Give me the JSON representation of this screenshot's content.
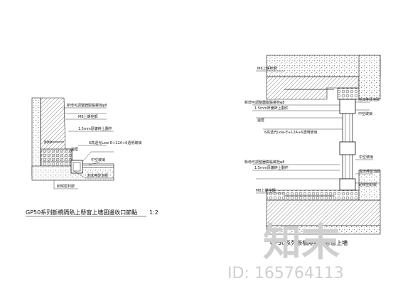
{
  "left_detail": {
    "labels": {
      "ribbon_spacing": "新增可調整器膨脹螺栓φ8",
      "steel_anchor": "M8上螺栓鋼",
      "attach_plate": "1.5mm厚鍍鋅上翻件",
      "glass": "6高透光Low-E+12A+6透明玻璃",
      "frame": "邊框",
      "sealant": "泡沫棒發泡膠",
      "hollow_space": "中空玻璃",
      "weatherproof": "耐候密封膠"
    },
    "title": "GP50系列斷橋隔熱上懸窗上墻固邊收口節點",
    "scale": "1:2"
  },
  "right_detail": {
    "labels": {
      "top_anchor": "M8上螺栓鋼",
      "top_ribbon": "新增可調整器膨脹螺栓φ8",
      "top_attach": "1.5mm厚鍍鋅上翻件",
      "top_frame": "邊框",
      "top_seal": "泡沫棒發泡膠",
      "top_hollow": "中空玻璃",
      "glass": "6高透光Low-E+12A+6透明玻璃",
      "bottom_ribbon": "新增可調整器膨脹螺栓φ8",
      "bottom_attach": "1.5mm厚鍍鋅上翻件",
      "bottom_hollow": "中空玻璃",
      "bottom_seal": "泡沫棒發泡膠",
      "bottom_anchor": "M8上螺栓鋼",
      "weatherproof_r": "耐候密封膠"
    },
    "title_partial": "GP50系列斷橋隔熱上懸窗上墻"
  },
  "watermark": {
    "brand": "知末",
    "id": "ID: 165764113"
  }
}
